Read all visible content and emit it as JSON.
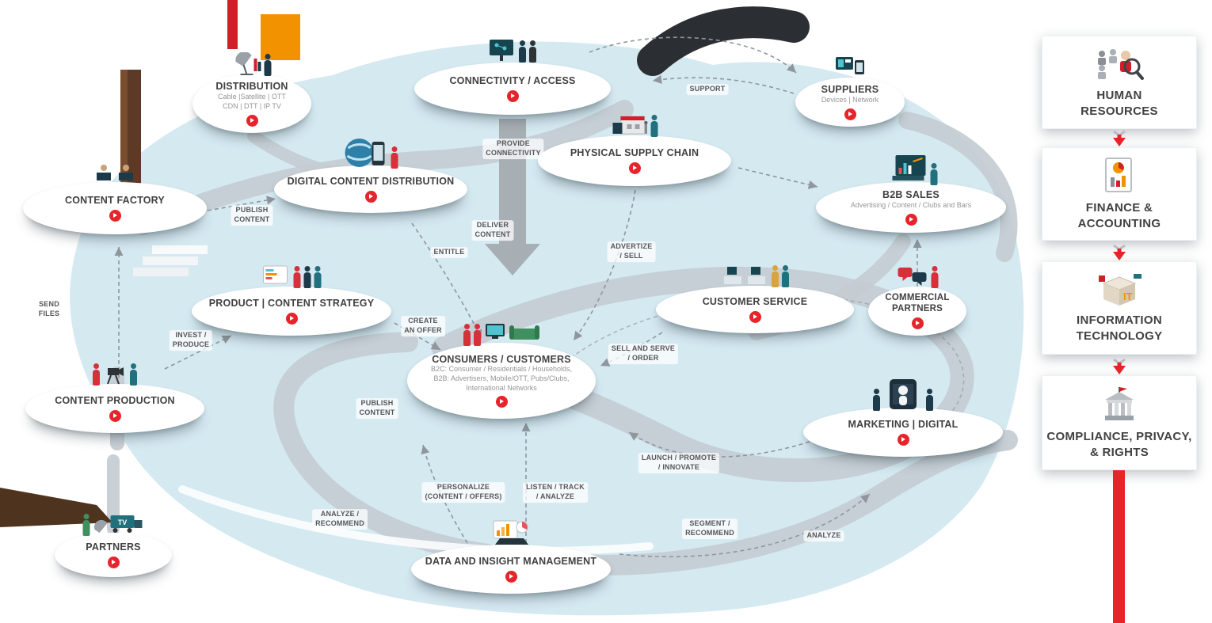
{
  "nodes": {
    "distribution": {
      "label": "DISTRIBUTION",
      "sub1": "Cable |Satellite | OTT",
      "sub2": "CDN | DTT | IP TV"
    },
    "connectivity": {
      "label": "CONNECTIVITY / ACCESS"
    },
    "suppliers": {
      "label": "SUPPLIERS",
      "sub1": "Devices | Network"
    },
    "physical_supply_chain": {
      "label": "PHYSICAL SUPPLY CHAIN"
    },
    "digital_content_distribution": {
      "label": "DIGITAL CONTENT DISTRIBUTION"
    },
    "content_factory": {
      "label": "CONTENT FACTORY"
    },
    "b2b_sales": {
      "label": "B2B SALES",
      "sub1": "Advertising / Content / Clubs and Bars"
    },
    "product_content_strategy": {
      "label": "PRODUCT | CONTENT STRATEGY"
    },
    "customer_service": {
      "label": "CUSTOMER SERVICE"
    },
    "commercial_partners": {
      "label": "COMMERCIAL PARTNERS"
    },
    "consumers_customers": {
      "label": "CONSUMERS / CUSTOMERS",
      "sub1": "B2C: Consumer / Residentials / Households,",
      "sub2": "B2B: Advertisers, Mobile/OTT, Pubs/Clubs,",
      "sub3": "International Networks"
    },
    "content_production": {
      "label": "CONTENT PRODUCTION"
    },
    "marketing_digital": {
      "label": "MARKETING | DIGITAL"
    },
    "partners": {
      "label": "PARTNERS"
    },
    "data_insight_management": {
      "label": "DATA AND INSIGHT MANAGEMENT"
    }
  },
  "edges": {
    "support": {
      "line1": "SUPPORT"
    },
    "provide_connectivity": {
      "line1": "PROVIDE",
      "line2": "CONNECTIVITY"
    },
    "publish_content_top": {
      "line1": "PUBLISH",
      "line2": "CONTENT"
    },
    "deliver_content": {
      "line1": "DELIVER",
      "line2": "CONTENT"
    },
    "entitle": {
      "line1": "ENTITLE"
    },
    "advertize_sell": {
      "line1": "ADVERTIZE",
      "line2": "/ SELL"
    },
    "send_files": {
      "line1": "SEND",
      "line2": "FILES"
    },
    "invest_produce": {
      "line1": "INVEST /",
      "line2": "PRODUCE"
    },
    "create_an_offer": {
      "line1": "CREATE",
      "line2": "AN OFFER"
    },
    "sell_and_serve_order": {
      "line1": "SELL AND SERVE",
      "line2": "/ ORDER"
    },
    "publish_content_bottom": {
      "line1": "PUBLISH",
      "line2": "CONTENT"
    },
    "launch_promote_innovate": {
      "line1": "LAUNCH / PROMOTE",
      "line2": "/ INNOVATE"
    },
    "personalize_content_offers": {
      "line1": "PERSONALIZE",
      "line2": "(CONTENT / OFFERS)"
    },
    "listen_track_analyze": {
      "line1": "LISTEN / TRACK",
      "line2": "/ ANALYZE"
    },
    "analyze_recommend": {
      "line1": "ANALYZE /",
      "line2": "RECOMMEND"
    },
    "segment_recommend": {
      "line1": "SEGMENT /",
      "line2": "RECOMMEND"
    },
    "analyze": {
      "line1": "ANALYZE"
    }
  },
  "sidebar": {
    "items": [
      {
        "line1": "HUMAN",
        "line2": "RESOURCES"
      },
      {
        "line1": "FINANCE &",
        "line2": "ACCOUNTING"
      },
      {
        "line1": "INFORMATION",
        "line2": "TECHNOLOGY"
      },
      {
        "line1": "COMPLIANCE, PRIVACY,",
        "line2": "& RIGHTS"
      }
    ],
    "it_icon_label": "IT"
  },
  "decorations": {
    "tv_truck_label": "TV"
  },
  "colors": {
    "accent_red": "#e6252b",
    "text_dark": "#414042",
    "text_gray": "#939598",
    "blob_blue": "#d5e9f1",
    "road_gray": "#c4ccd2",
    "teal": "#20707e",
    "navy": "#1d3a4a",
    "orange": "#f39200",
    "brown": "#5d3a26"
  }
}
